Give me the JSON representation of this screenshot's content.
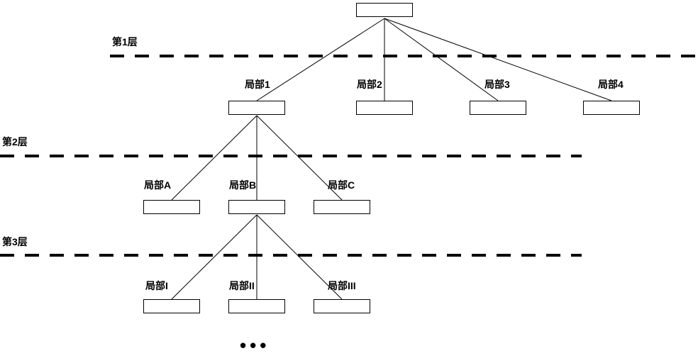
{
  "diagram": {
    "layers": [
      {
        "label": "第1层"
      },
      {
        "label": "第2层"
      },
      {
        "label": "第3层"
      }
    ],
    "nodes": {
      "root": {
        "label": ""
      },
      "level1": [
        {
          "label": "局部1"
        },
        {
          "label": "局部2"
        },
        {
          "label": "局部3"
        },
        {
          "label": "局部4"
        }
      ],
      "level2": [
        {
          "label": "局部A"
        },
        {
          "label": "局部B"
        },
        {
          "label": "局部C"
        }
      ],
      "level3": [
        {
          "label": "局部I"
        },
        {
          "label": "局部II"
        },
        {
          "label": "局部III"
        }
      ]
    },
    "ellipsis": "•••",
    "colors": {
      "line": "#000000",
      "box_fill": "#ffffff",
      "box_border": "#000000",
      "text": "#000000",
      "background": "#ffffff"
    }
  }
}
